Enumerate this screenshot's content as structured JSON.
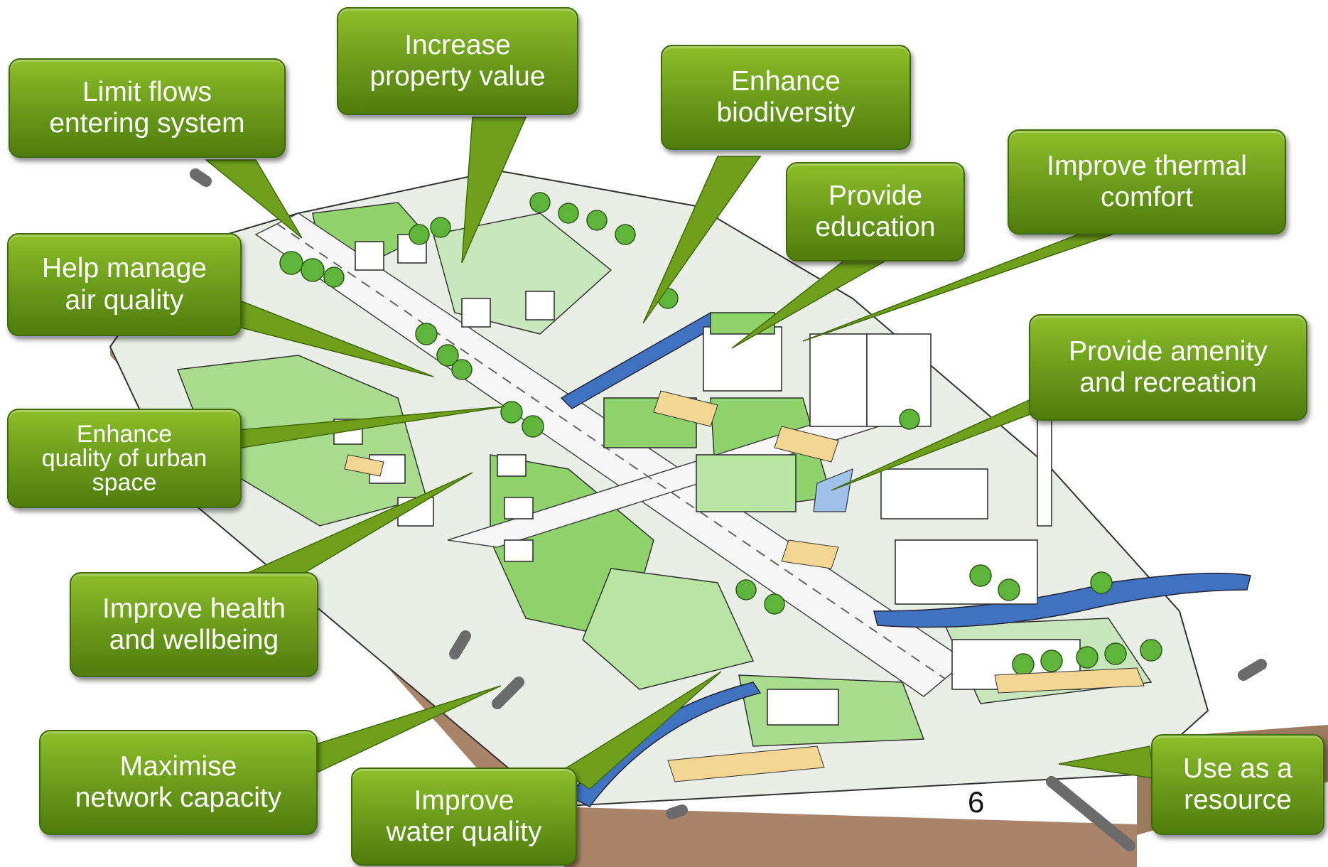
{
  "callouts": {
    "limit_flows": "Limit flows\nentering system",
    "property_value": "Increase\nproperty value",
    "biodiversity": "Enhance\nbiodiversity",
    "education": "Provide\neducation",
    "thermal": "Improve thermal\ncomfort",
    "air_quality": "Help manage\nair quality",
    "amenity": "Provide amenity\nand recreation",
    "urban_space": "Enhance\nquality of urban\nspace",
    "health": "Improve health\nand wellbeing",
    "network": "Maximise\nnetwork capacity",
    "water_quality": "Improve\nwater quality",
    "resource": "Use as a\nresource"
  },
  "page_number": "6",
  "colors": {
    "callout_green": "#6fa01c",
    "grass": "#8fd46a",
    "water": "#3f73c2",
    "soil": "#a98468",
    "road": "#f3f3f3"
  }
}
